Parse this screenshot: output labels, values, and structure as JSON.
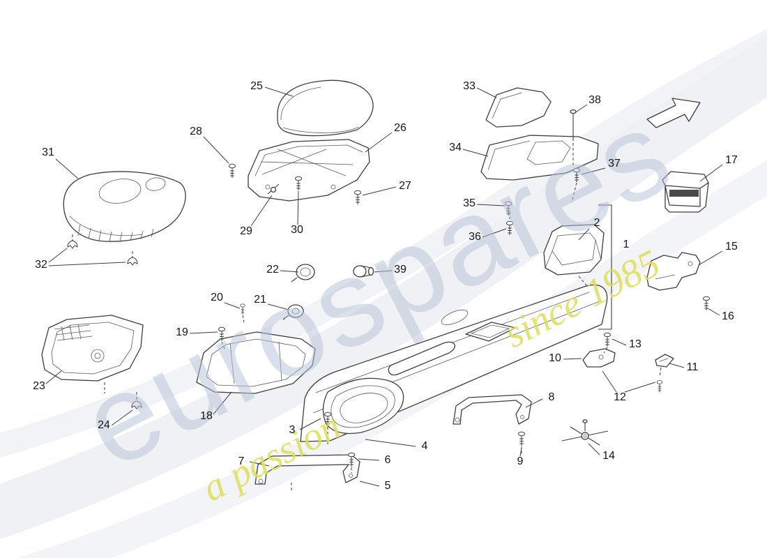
{
  "watermark": {
    "brand": "eurospares",
    "tagline_part1": "a passion",
    "tagline_part2": "since 1985",
    "brand_color": "#b6c3d8",
    "tagline_color": "#dfdf55"
  },
  "labels": {
    "p1": "1",
    "p2": "2",
    "p3": "3",
    "p4": "4",
    "p5": "5",
    "p6": "6",
    "p7": "7",
    "p8": "8",
    "p9": "9",
    "p10": "10",
    "p11": "11",
    "p12": "12",
    "p13": "13",
    "p14": "14",
    "p15": "15",
    "p16": "16",
    "p17": "17",
    "p18": "18",
    "p19": "19",
    "p20": "20",
    "p21": "21",
    "p22": "22",
    "p23": "23",
    "p24": "24",
    "p25": "25",
    "p26": "26",
    "p27": "27",
    "p28": "28",
    "p29": "29",
    "p30": "30",
    "p31": "31",
    "p32": "32",
    "p33": "33",
    "p34": "34",
    "p35": "35",
    "p36": "36",
    "p37": "37",
    "p38": "38",
    "p39": "39"
  }
}
